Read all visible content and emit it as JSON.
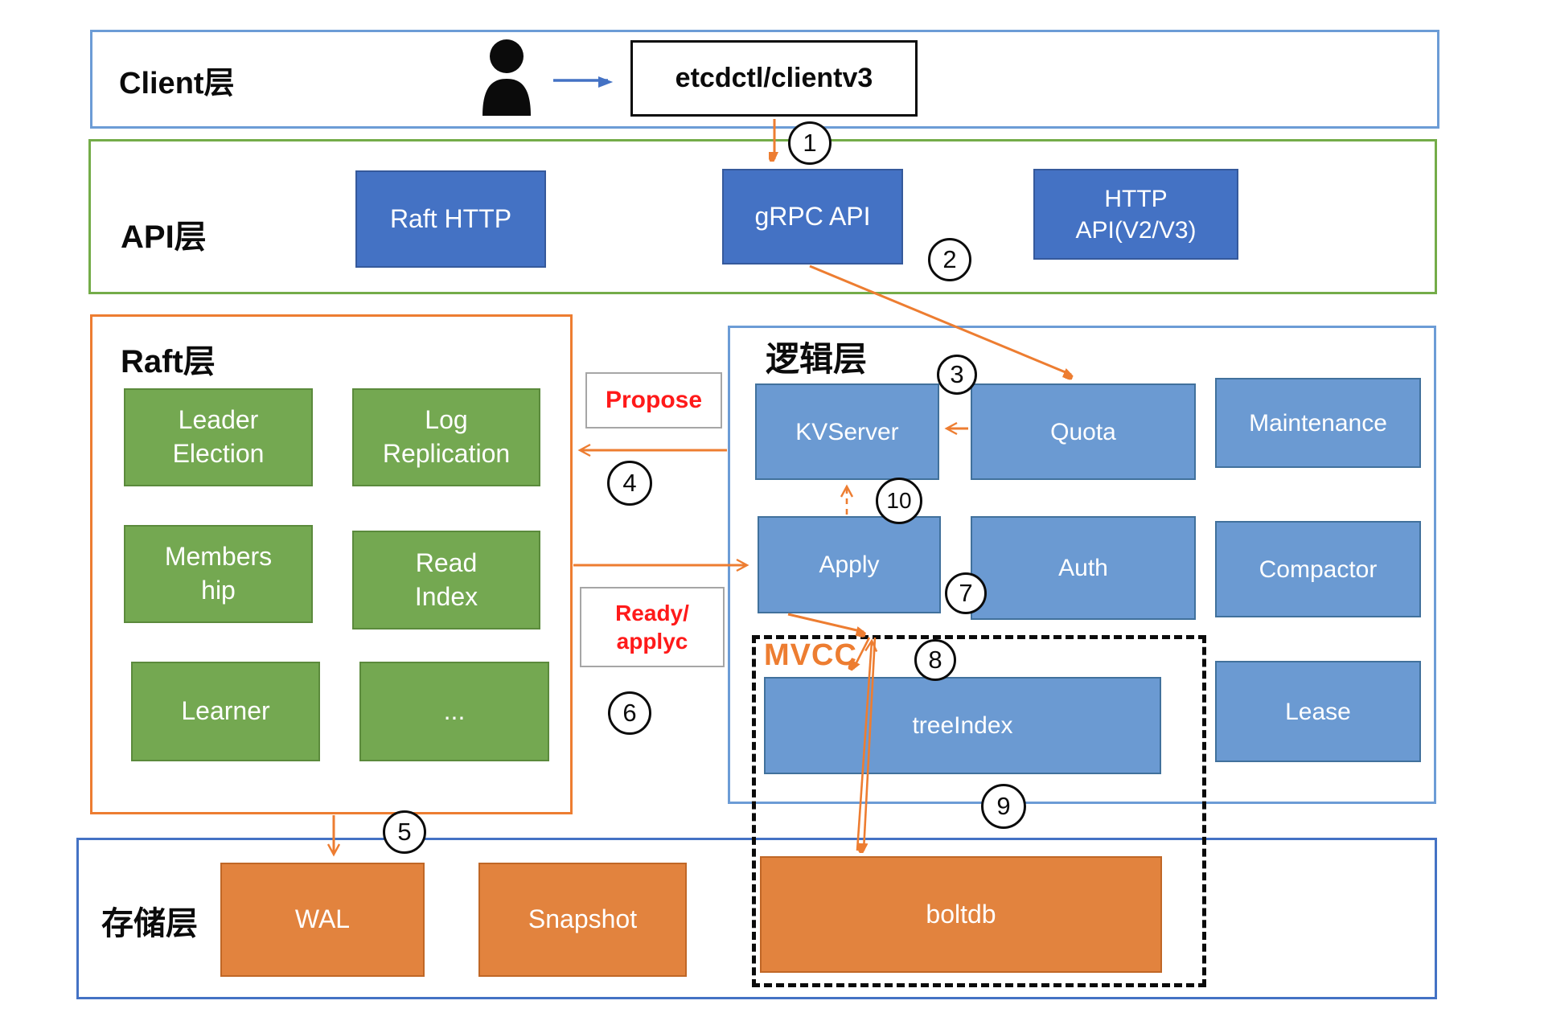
{
  "client_layer": {
    "label": "Client层",
    "etcdctl_box": "etcdctl/clientv3"
  },
  "api_layer": {
    "label": "API层",
    "raft_http": "Raft HTTP",
    "grpc_api": "gRPC API",
    "http_api_l1": "HTTP",
    "http_api_l2": "API(V2/V3)"
  },
  "raft_layer": {
    "label": "Raft层",
    "leader_election_l1": "Leader",
    "leader_election_l2": "Election",
    "log_replication_l1": "Log",
    "log_replication_l2": "Replication",
    "membership_l1": "Members",
    "membership_l2": "hip",
    "read_index_l1": "Read",
    "read_index_l2": "Index",
    "learner": "Learner",
    "more": "..."
  },
  "logic_layer": {
    "label": "逻辑层",
    "kvserver": "KVServer",
    "quota": "Quota",
    "maintenance": "Maintenance",
    "apply": "Apply",
    "auth": "Auth",
    "compactor": "Compactor",
    "mvcc_label": "MVCC",
    "tree_index": "treeIndex",
    "lease": "Lease"
  },
  "storage_layer": {
    "label": "存储层",
    "wal": "WAL",
    "snapshot": "Snapshot",
    "boltdb": "boltdb"
  },
  "flow_labels": {
    "propose": "Propose",
    "ready_l1": "Ready/",
    "ready_l2": "applyc"
  },
  "steps": {
    "s1": "1",
    "s2": "2",
    "s3": "3",
    "s4": "4",
    "s5": "5",
    "s6": "6",
    "s7": "7",
    "s8": "8",
    "s9": "9",
    "s10": "10"
  },
  "colors": {
    "accent_orange": "#ED7D31",
    "green": "#70AD47",
    "dark_blue": "#4472C4",
    "light_blue": "#6B9AD2",
    "flow_label_red": "#FF1A1A"
  }
}
